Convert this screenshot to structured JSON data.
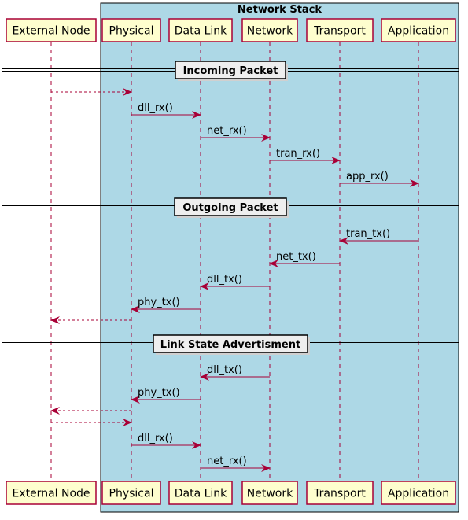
{
  "group": {
    "title": "Network Stack",
    "color": "#ADD8E6"
  },
  "participants": [
    {
      "id": "external",
      "label": "External Node"
    },
    {
      "id": "physical",
      "label": "Physical"
    },
    {
      "id": "datalink",
      "label": "Data Link"
    },
    {
      "id": "network",
      "label": "Network"
    },
    {
      "id": "transport",
      "label": "Transport"
    },
    {
      "id": "application",
      "label": "Application"
    }
  ],
  "dividers": [
    {
      "label": "Incoming Packet"
    },
    {
      "label": "Outgoing Packet"
    },
    {
      "label": "Link State Advertisment"
    }
  ],
  "messages": [
    {
      "from": "external",
      "to": "physical",
      "label": "",
      "dashed": true
    },
    {
      "from": "physical",
      "to": "datalink",
      "label": "dll_rx()",
      "dashed": false
    },
    {
      "from": "datalink",
      "to": "network",
      "label": "net_rx()",
      "dashed": false
    },
    {
      "from": "network",
      "to": "transport",
      "label": "tran_rx()",
      "dashed": false
    },
    {
      "from": "transport",
      "to": "application",
      "label": "app_rx()",
      "dashed": false
    },
    {
      "from": "application",
      "to": "transport",
      "label": "tran_tx()",
      "dashed": false
    },
    {
      "from": "transport",
      "to": "network",
      "label": "net_tx()",
      "dashed": false
    },
    {
      "from": "network",
      "to": "datalink",
      "label": "dll_tx()",
      "dashed": false
    },
    {
      "from": "datalink",
      "to": "physical",
      "label": "phy_tx()",
      "dashed": false
    },
    {
      "from": "physical",
      "to": "external",
      "label": "",
      "dashed": true
    },
    {
      "from": "network",
      "to": "datalink",
      "label": "dll_tx()",
      "dashed": false
    },
    {
      "from": "datalink",
      "to": "physical",
      "label": "phy_tx()",
      "dashed": false
    },
    {
      "from": "physical",
      "to": "external",
      "label": "",
      "dashed": true
    },
    {
      "from": "external",
      "to": "physical",
      "label": "",
      "dashed": true
    },
    {
      "from": "physical",
      "to": "datalink",
      "label": "dll_rx()",
      "dashed": false
    },
    {
      "from": "datalink",
      "to": "network",
      "label": "net_rx()",
      "dashed": false
    }
  ],
  "colors": {
    "participant_fill": "#FEFECE",
    "participant_border": "#A80036",
    "arrow": "#A80036",
    "divider_fill": "#EEEEEE"
  }
}
